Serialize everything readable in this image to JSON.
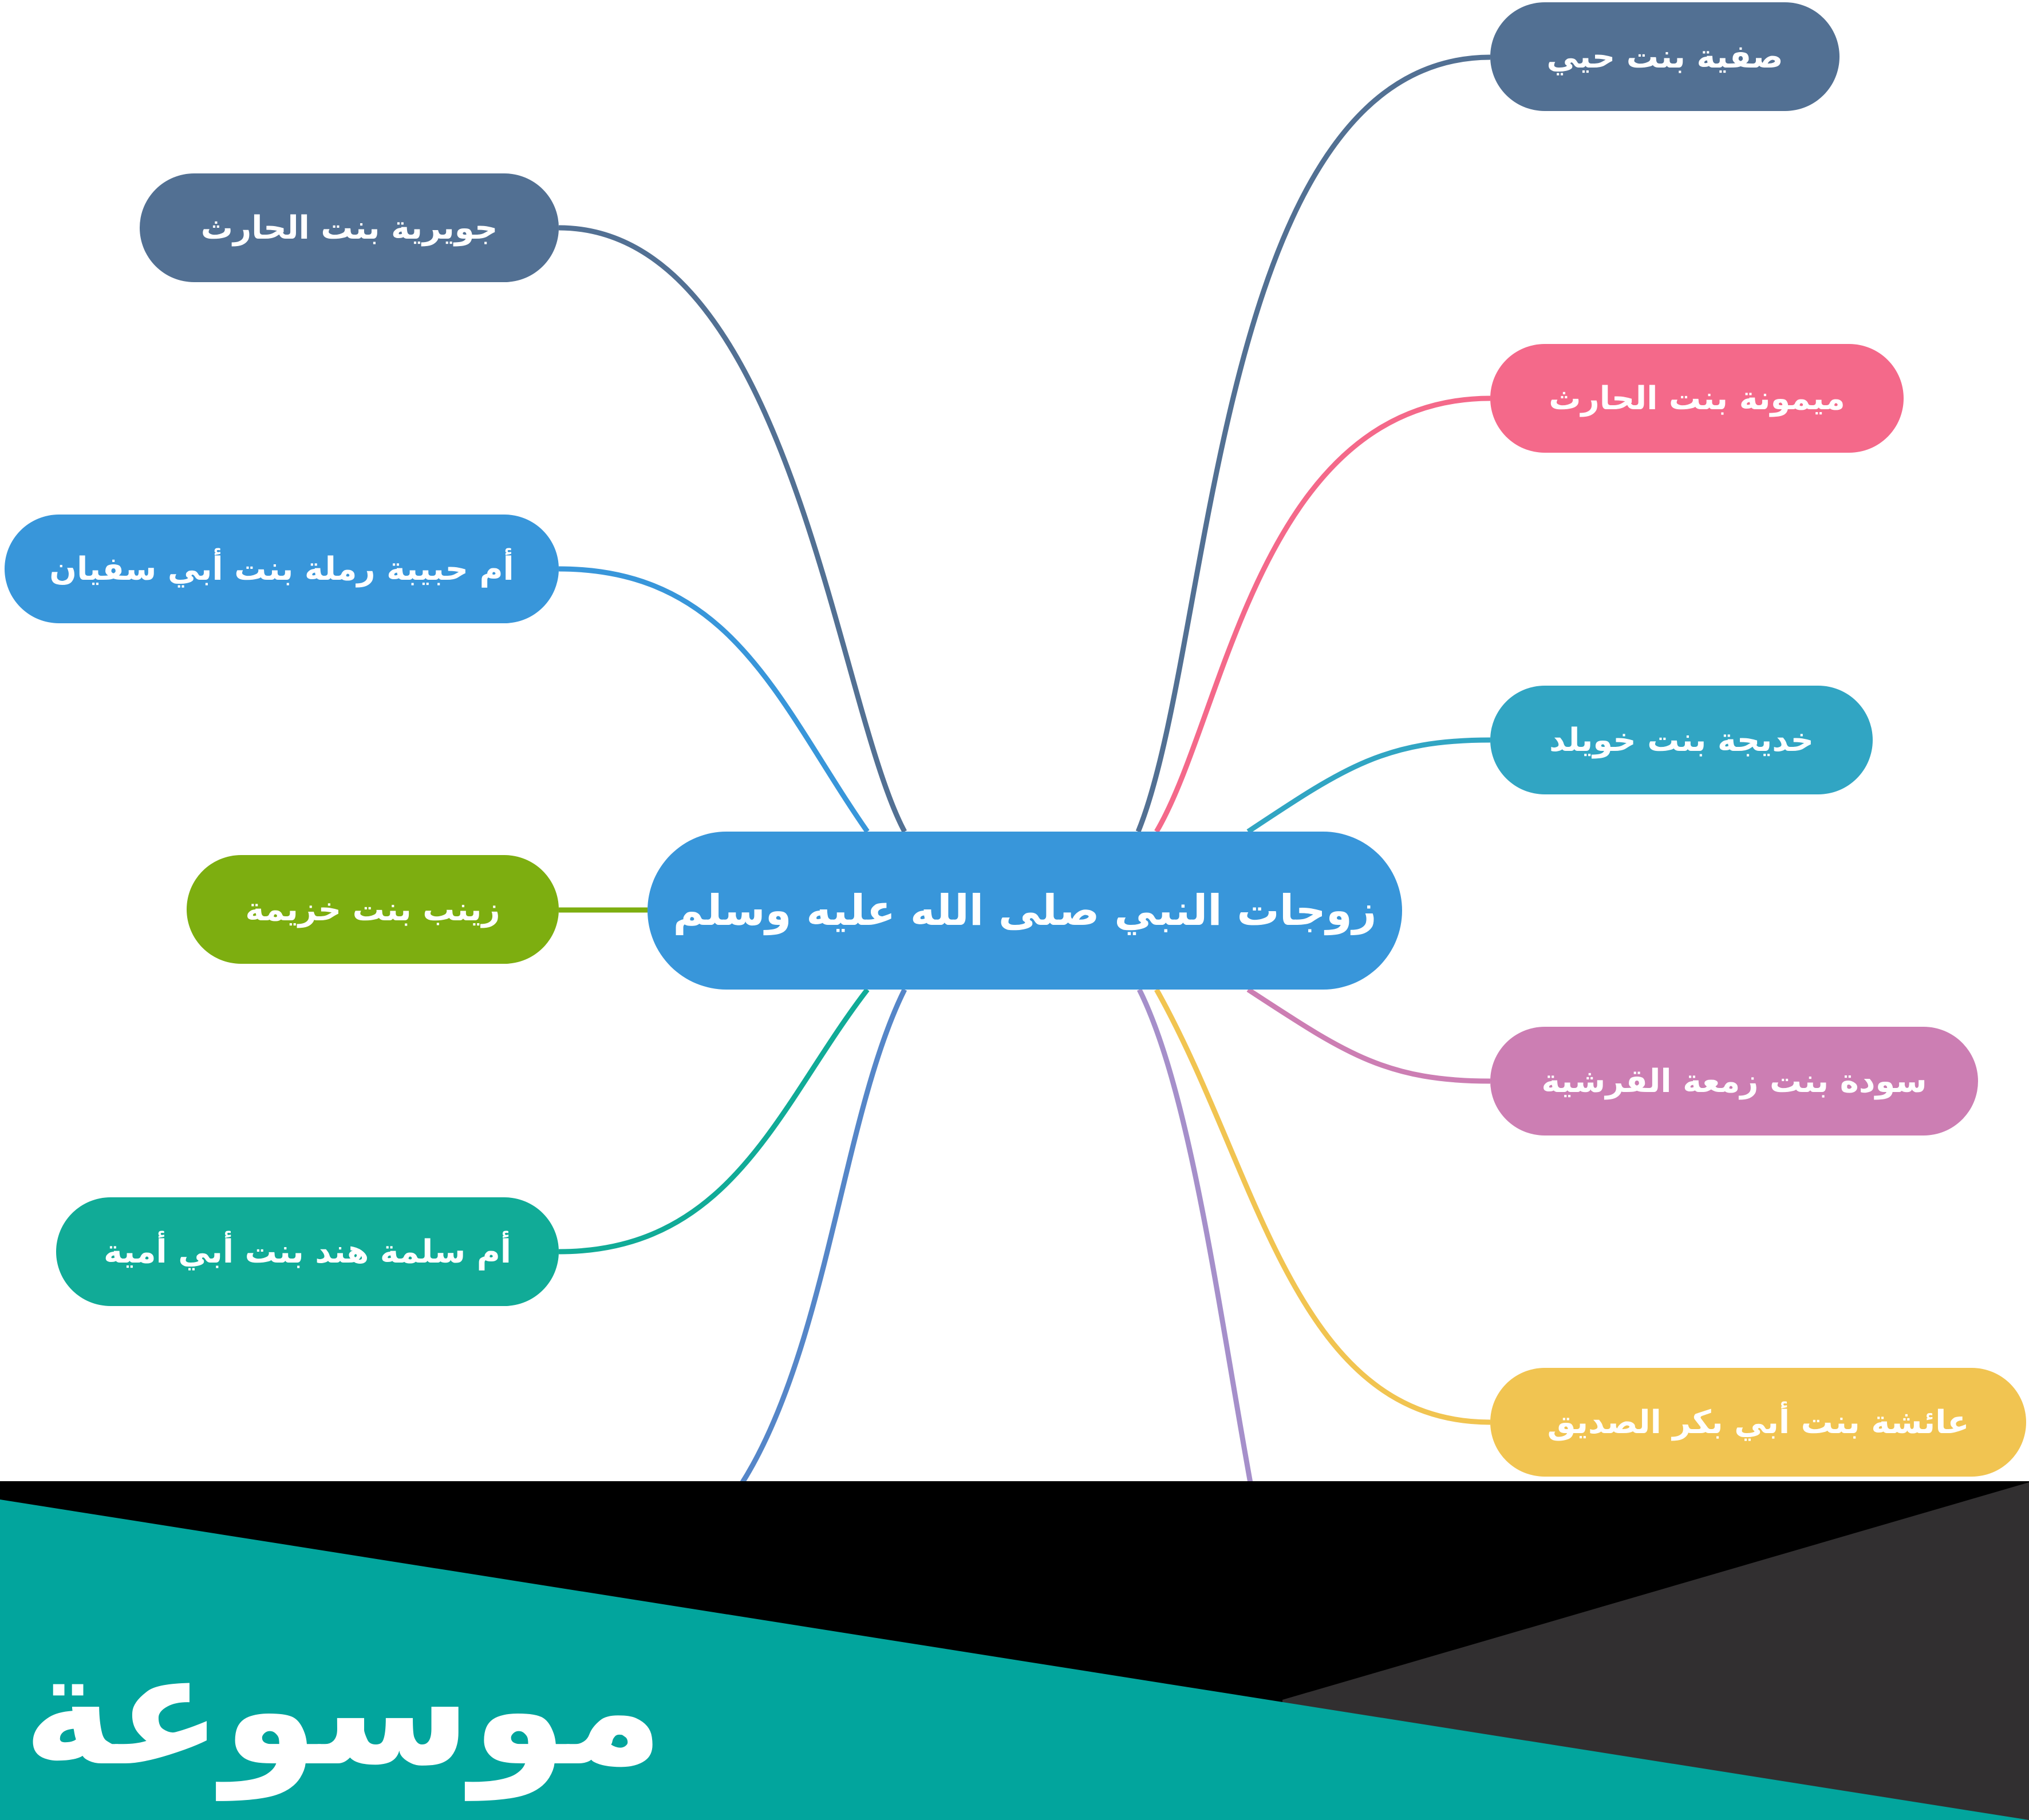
{
  "mindmap": {
    "center": {
      "label": "زوجات النبي صلى الله عليه وسلم",
      "color": "#3896DA"
    },
    "branches": [
      {
        "key": "safiyya",
        "label": "صفية بنت حيي",
        "color": "#527093"
      },
      {
        "key": "maymuna",
        "label": "ميمونة بنت الحارث",
        "color": "#F4698A"
      },
      {
        "key": "khadija",
        "label": "خديجة بنت خويلد",
        "color": "#31A5C3"
      },
      {
        "key": "sawda",
        "label": "سودة بنت زمعة القرشية",
        "color": "#CC7EB3"
      },
      {
        "key": "aisha",
        "label": "عائشة بنت أبي بكر الصديق",
        "color": "#F1C451"
      },
      {
        "key": "juwayriya",
        "label": "جويرية بنت الحارث",
        "color": "#527093"
      },
      {
        "key": "ramla",
        "label": "أم حبيبة رملة بنت أبي سفيان",
        "color": "#3896DA"
      },
      {
        "key": "zaynab",
        "label": "زينب بنت خزيمة",
        "color": "#7DAE10"
      },
      {
        "key": "umm_salama",
        "label": "أم سلمة هند بنت أبي أمية",
        "color": "#11AB97"
      },
      {
        "key": "hidden_blue",
        "label": "",
        "color": "#5586C8"
      },
      {
        "key": "hidden_purple",
        "label": "",
        "color": "#A58FCA"
      }
    ]
  },
  "watermark": {
    "logo_text": "موسوعة",
    "colors": {
      "teal": "#02A59D",
      "black": "#000000",
      "dark": "#312F30"
    }
  }
}
